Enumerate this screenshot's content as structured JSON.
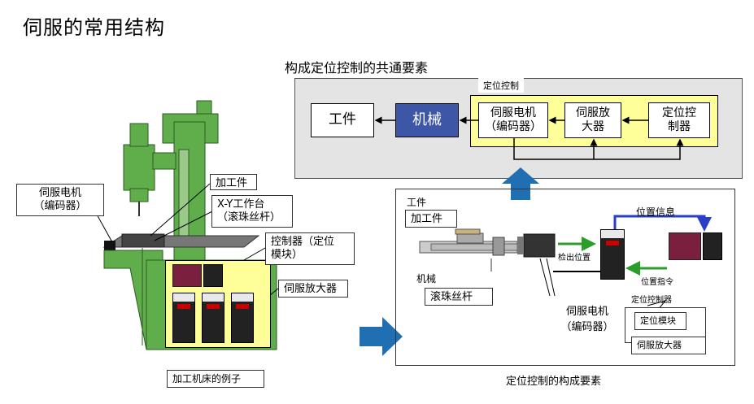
{
  "page": {
    "title": "伺服的常用结构"
  },
  "top_diagram": {
    "title": "构成定位控制的共通要素",
    "group_label": "定位控制",
    "workpiece": "工件",
    "machine": "机械",
    "servo_motor": "伺服电机\n（编码器）",
    "servo_amp": "伺服放\n大器",
    "pos_controller": "定位控\n制器"
  },
  "machine_tool": {
    "workpiece": "加工件",
    "xy_table": "X-Y工作台\n（滚珠丝杆）",
    "controller": "控制器（定位\n模块）",
    "servo_motor": "伺服电机\n（编码器）",
    "servo_amp": "伺服放大器",
    "caption": "加工机床的例子"
  },
  "elements_diagram": {
    "workpiece_header": "工件",
    "workpiece": "加工件",
    "machine": "机械",
    "ball_screw": "滚珠丝杆",
    "servo_motor": "伺服电机\n（编码器）",
    "position_info": "位置信息",
    "detect_position": "检出位置",
    "position_command": "位置指令",
    "pos_controller": "定位控制器",
    "pos_module": "定位模块",
    "servo_amp": "伺服放大器",
    "caption": "定位控制的构成要素"
  },
  "colors": {
    "machine_green": "#5fae4b",
    "highlight_yellow": "#ffff99",
    "machine_blue": "#3d57a6",
    "arrow_blue": "#1f6fb2",
    "arrow_green": "#2a9d2a"
  }
}
